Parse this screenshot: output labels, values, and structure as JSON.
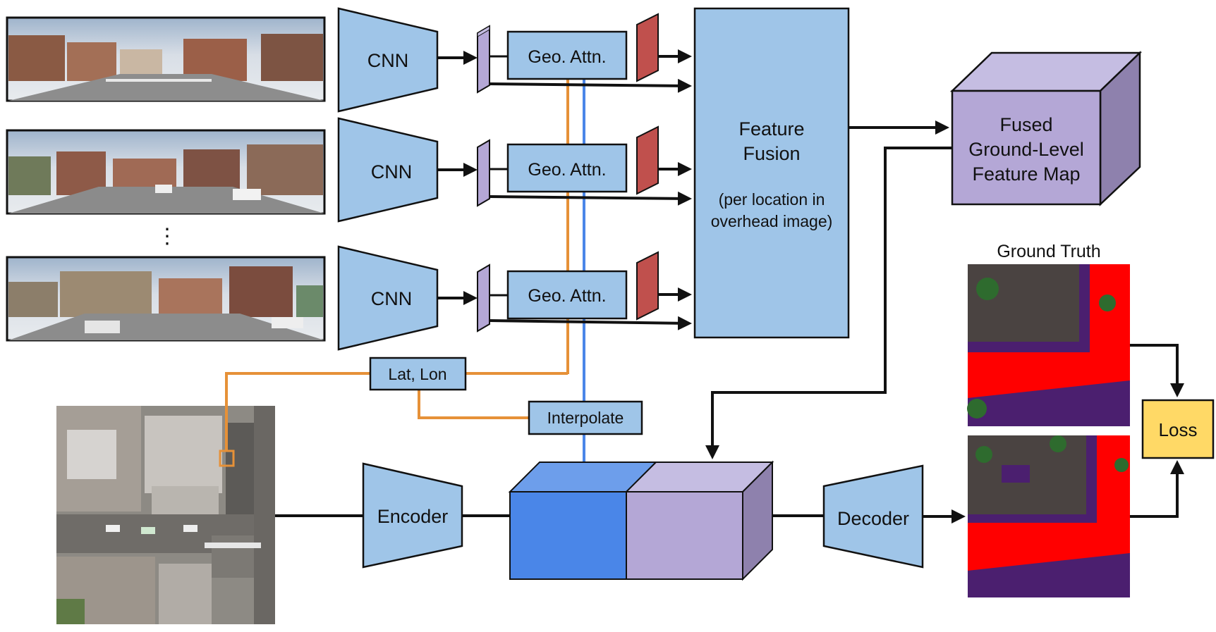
{
  "colors": {
    "block_blue": "#9fc5e8",
    "overhead_blue": "#4a86e8",
    "purple": "#b4a7d6",
    "purple_side": "#8e81ad",
    "purple_top": "#c5bde2",
    "red": "#c0504d",
    "orange": "#e69138",
    "line_blue": "#4a86e8",
    "loss_yellow": "#ffd966",
    "road_red": "#ff0000",
    "building_gray": "#4a4341",
    "sidewalk_purple": "#4b1f6f",
    "vegetation_green": "#2e6b2e"
  },
  "panorama_branches": [
    {
      "cnn_label": "CNN",
      "attention_label": "Geo. Attn."
    },
    {
      "cnn_label": "CNN",
      "attention_label": "Geo. Attn."
    },
    {
      "cnn_label": "CNN",
      "attention_label": "Geo. Attn."
    }
  ],
  "ellipsis": "⋮",
  "feature_fusion": {
    "title_line1": "Feature",
    "title_line2": "Fusion",
    "note_line1": "(per location in",
    "note_line2": "overhead image)"
  },
  "fused_map": {
    "line1": "Fused",
    "line2": "Ground-Level",
    "line3": "Feature Map"
  },
  "lat_lon_label": "Lat, Lon",
  "interpolate_label": "Interpolate",
  "encoder_label": "Encoder",
  "decoder_label": "Decoder",
  "ground_truth_label": "Ground Truth",
  "loss_label": "Loss"
}
